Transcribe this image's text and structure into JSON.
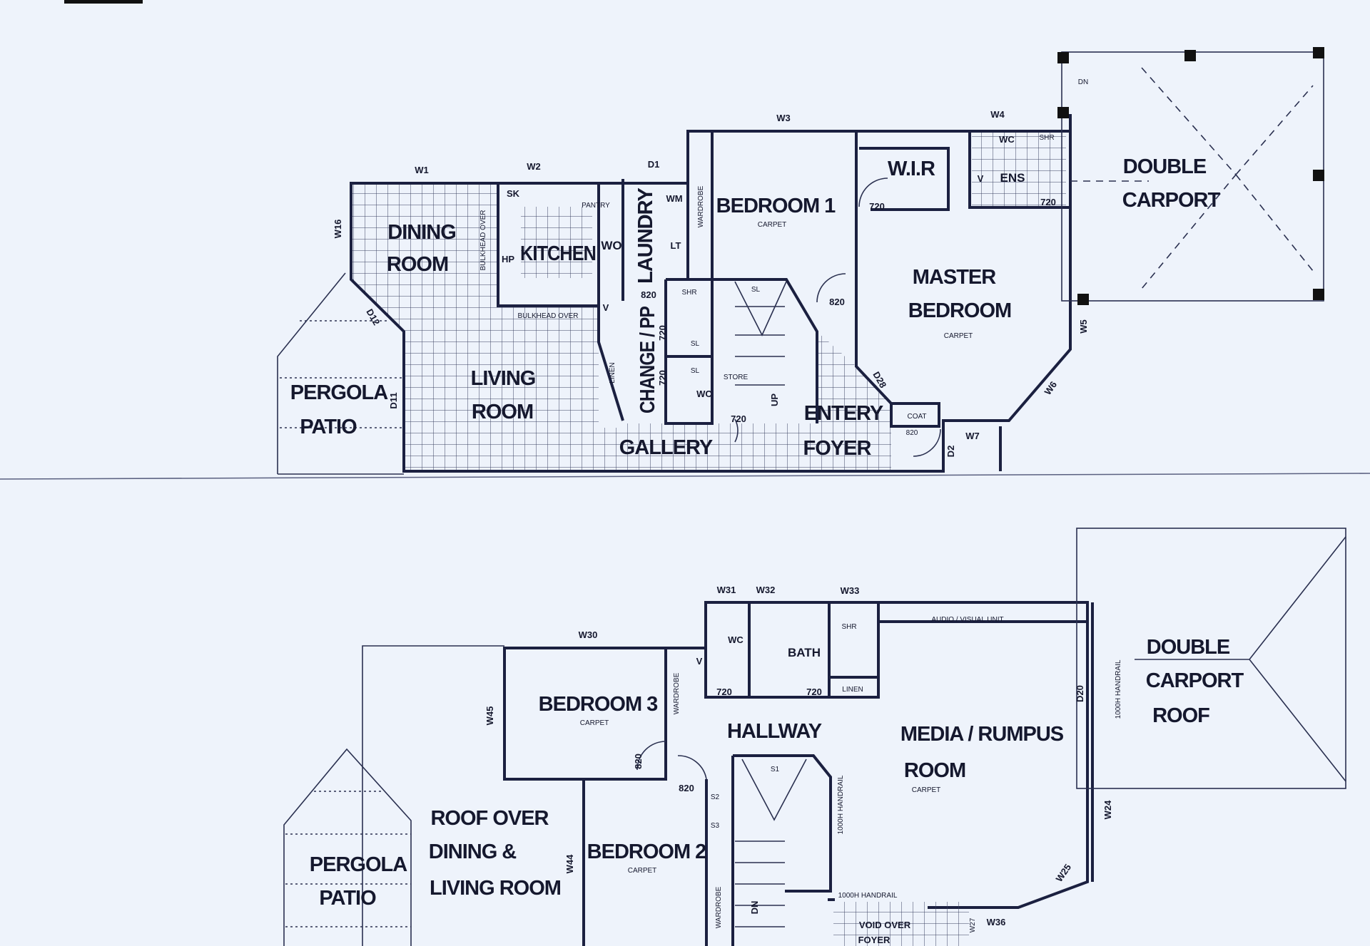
{
  "colors": {
    "paper": "#eef3fb",
    "ink": "#1b2040"
  },
  "ground_floor": {
    "labels": [
      "W1",
      "W2",
      "D1",
      "W3",
      "W4",
      "W16",
      "DINING",
      "ROOM",
      "BULKHEAD OVER",
      "SK",
      "PANTRY",
      "HP",
      "KITCHEN",
      "WO",
      "LAUNDRY",
      "WM",
      "LT",
      "WARDROBE",
      "BEDROOM 1",
      "CARPET",
      "W.I.R",
      "ENS",
      "WC",
      "SHR",
      "V",
      "720",
      "720",
      "DOUBLE",
      "CARPORT",
      "DN",
      "MASTER",
      "BEDROOM",
      "CARPET",
      "820",
      "W5",
      "W6",
      "D28",
      "COAT",
      "820",
      "W7",
      "D2",
      "ENTERY",
      "FOYER",
      "GALLERY",
      "STORE",
      "UP",
      "720",
      "SHR",
      "SL",
      "SL",
      "SL",
      "WC",
      "720",
      "720",
      "820",
      "CHANGE / PP",
      "LINEN",
      "V",
      "BULKHEAD OVER",
      "D12",
      "LIVING",
      "ROOM",
      "D11",
      "PERGOLA",
      "PATIO"
    ]
  },
  "upper_floor": {
    "labels": [
      "W31",
      "W32",
      "W33",
      "W30",
      "WC",
      "BATH",
      "SHR",
      "LINEN",
      "AUDIO / VISUAL UNIT",
      "720",
      "720",
      "V",
      "W45",
      "BEDROOM 3",
      "CARPET",
      "WARDROBE",
      "HALLWAY",
      "MEDIA / RUMPUS",
      "ROOM",
      "CARPET",
      "D20",
      "1000H HANDRAIL",
      "DOUBLE",
      "CARPORT",
      "ROOF",
      "820",
      "820",
      "S1",
      "1000H HANDRAIL",
      "S2",
      "S3",
      "ROOF OVER",
      "DINING &",
      "LIVING ROOM",
      "W44",
      "BEDROOM 2",
      "CARPET",
      "PERGOLA",
      "PATIO",
      "W24",
      "W25",
      "WARDROBE",
      "DN",
      "1000H HANDRAIL",
      "VOID OVER",
      "FOYER",
      "W27",
      "W36"
    ]
  }
}
